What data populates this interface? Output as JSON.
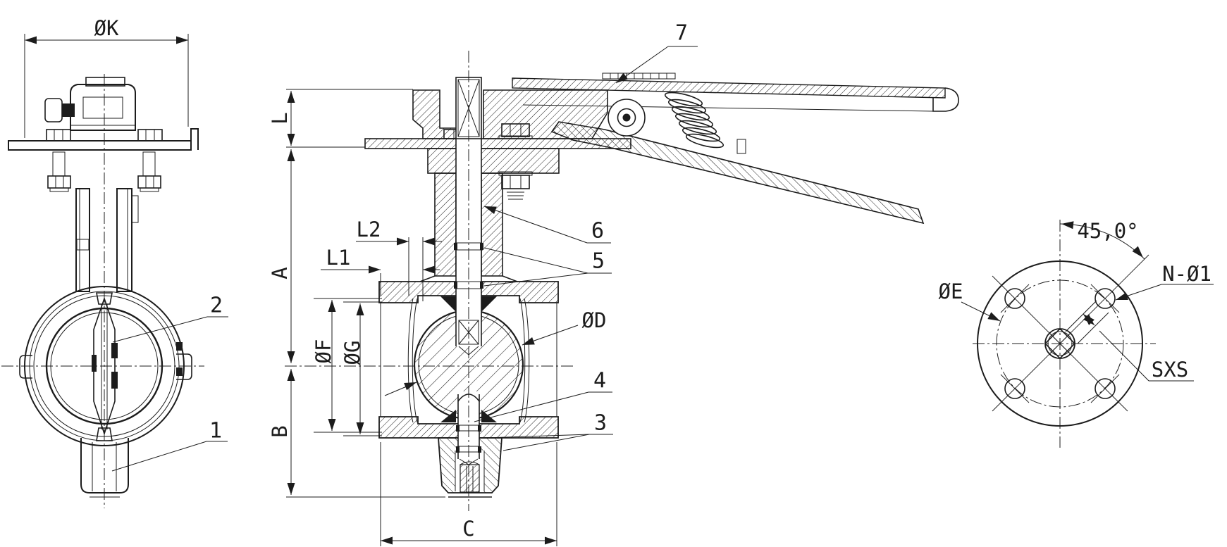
{
  "drawing": {
    "title": "butterfly-valve-technical-drawing",
    "background": "#ffffff",
    "line_color": "#1c1c1c",
    "views": {
      "front": "front-view-with-gearbox",
      "section": "cross-section-with-lever",
      "flange": "flange-face-view"
    },
    "dimensions": {
      "k": "ØK",
      "l": "L",
      "a": "A",
      "b": "B",
      "c": "C",
      "l1": "L1",
      "l2": "L2",
      "f": "ØF",
      "g": "ØG",
      "d": "ØD",
      "e": "ØE",
      "angle": "45,0°",
      "n_holes": "N-Ø1",
      "square": "SXS"
    },
    "parts": {
      "p1": "1",
      "p2": "2",
      "p3": "3",
      "p4": "4",
      "p5": "5",
      "p6": "6",
      "p7": "7"
    }
  }
}
